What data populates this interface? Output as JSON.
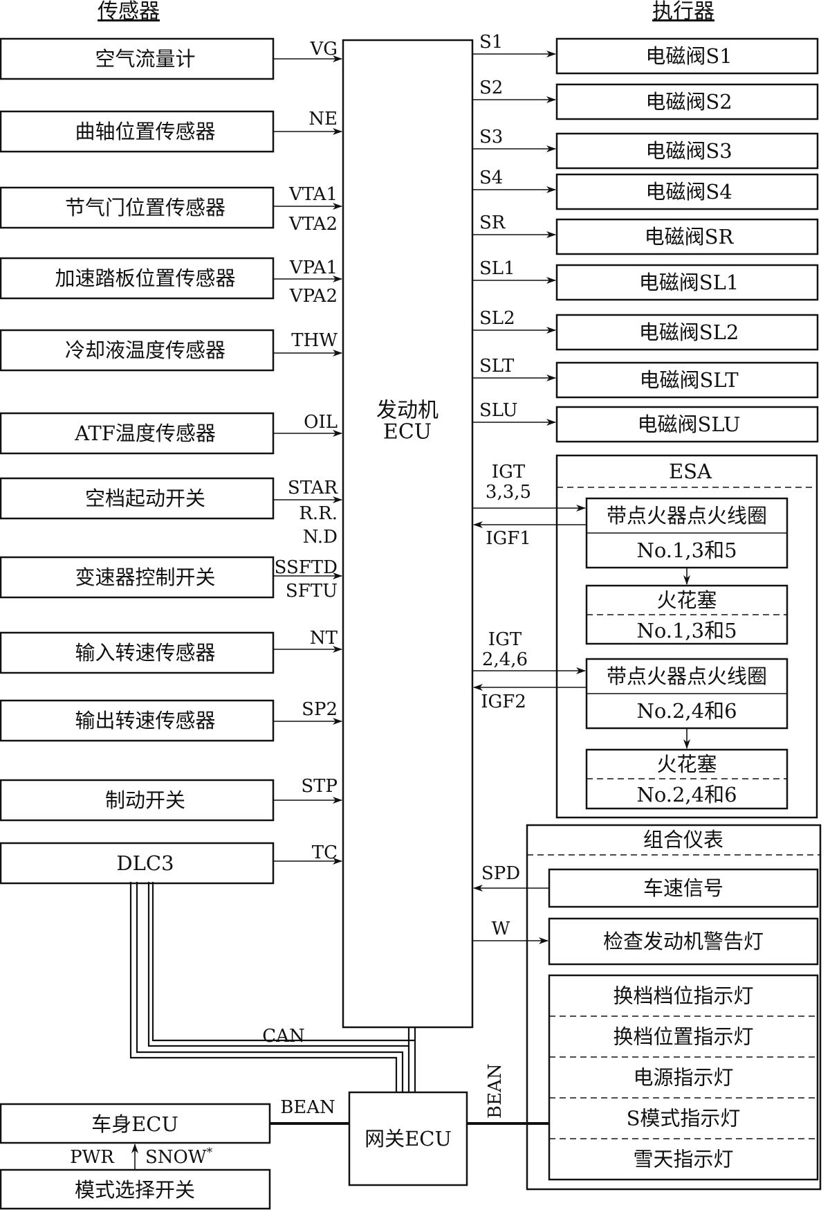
{
  "headers": {
    "sensors": "传感器",
    "actuators": "执行器"
  },
  "ecu": {
    "line1": "发动机",
    "line2": "ECU"
  },
  "sensors": [
    {
      "label": "空气流量计",
      "signals": [
        "VG"
      ]
    },
    {
      "label": "曲轴位置传感器",
      "signals": [
        "NE"
      ]
    },
    {
      "label": "节气门位置传感器",
      "signals": [
        "VTA1",
        "VTA2"
      ]
    },
    {
      "label": "加速踏板位置传感器",
      "signals": [
        "VPA1",
        "VPA2"
      ]
    },
    {
      "label": "冷却液温度传感器",
      "signals": [
        "THW"
      ]
    },
    {
      "label": "ATF温度传感器",
      "signals": [
        "OIL"
      ]
    },
    {
      "label": "空档起动开关",
      "signals": [
        "STAR",
        "R.R.",
        "N.D"
      ]
    },
    {
      "label": "变速器控制开关",
      "signals": [
        "SSFTD",
        "SFTU"
      ]
    },
    {
      "label": "输入转速传感器",
      "signals": [
        "NT"
      ]
    },
    {
      "label": "输出转速传感器",
      "signals": [
        "SP2"
      ]
    },
    {
      "label": "制动开关",
      "signals": [
        "STP"
      ]
    },
    {
      "label": "DLC3",
      "signals": [
        "TC"
      ]
    }
  ],
  "actuators": [
    {
      "label": "电磁阀S1",
      "signal": "S1"
    },
    {
      "label": "电磁阀S2",
      "signal": "S2"
    },
    {
      "label": "电磁阀S3",
      "signal": "S3"
    },
    {
      "label": "电磁阀S4",
      "signal": "S4"
    },
    {
      "label": "电磁阀SR",
      "signal": "SR"
    },
    {
      "label": "电磁阀SL1",
      "signal": "SL1"
    },
    {
      "label": "电磁阀SL2",
      "signal": "SL2"
    },
    {
      "label": "电磁阀SLT",
      "signal": "SLT"
    },
    {
      "label": "电磁阀SLU",
      "signal": "SLU"
    }
  ],
  "esa": {
    "title": "ESA",
    "group1": {
      "igt_line1": "IGT",
      "igt_line2": "3,3,5",
      "igf": "IGF1",
      "coil_top": "带点火器点火线圈",
      "coil_bottom": "No.1,3和5",
      "plug_top": "火花塞",
      "plug_bottom": "No.1,3和5"
    },
    "group2": {
      "igt_line1": "IGT",
      "igt_line2": "2,4,6",
      "igf": "IGF2",
      "coil_top": "带点火器点火线圈",
      "coil_bottom": "No.2,4和6",
      "plug_top": "火花塞",
      "plug_bottom": "No.2,4和6"
    }
  },
  "meter": {
    "title": "组合仪表",
    "speed_signal": "SPD",
    "speed_label": "车速信号",
    "warn_signal": "W",
    "warn_label": "检查发动机警告灯",
    "indicators": [
      "换档档位指示灯",
      "换档位置指示灯",
      "电源指示灯",
      "S模式指示灯",
      "雪天指示灯"
    ]
  },
  "bottom": {
    "can": "CAN",
    "bean_left": "BEAN",
    "bean_right": "BEAN",
    "gateway": "网关ECU",
    "body_ecu": "车身ECU",
    "pwr": "PWR",
    "snow": "SNOW",
    "snow_mark": "*",
    "mode_switch": "模式选择开关"
  }
}
